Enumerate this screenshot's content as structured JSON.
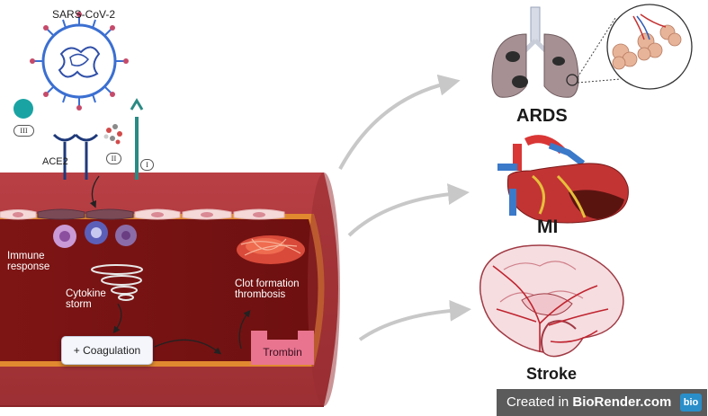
{
  "title": "SARS-CoV-2",
  "labels": {
    "ace2": "ACE2",
    "roman_1": "I",
    "roman_2": "II",
    "roman_3": "III",
    "immune_response": [
      "Immune",
      "response"
    ],
    "cytokine_storm": [
      "Cytokine",
      "storm"
    ],
    "clot_formation": [
      "Clot formation",
      "thrombosis"
    ],
    "coagulation": "+ Coagulation",
    "trombin": "Trombin"
  },
  "outcomes": [
    "ARDS",
    "MI",
    "Stroke"
  ],
  "watermark": {
    "prefix": "Created in ",
    "brand": "BioRender.com",
    "logo": "bio"
  },
  "colors": {
    "vessel_wall": "#a8373a",
    "vessel_lumen": "#7a1414",
    "vessel_edge": "#e0892f",
    "arrow_gray": "#c8c8c8",
    "virus_blue": "#3b6fd1",
    "receptor_navy": "#1f3a7a"
  }
}
